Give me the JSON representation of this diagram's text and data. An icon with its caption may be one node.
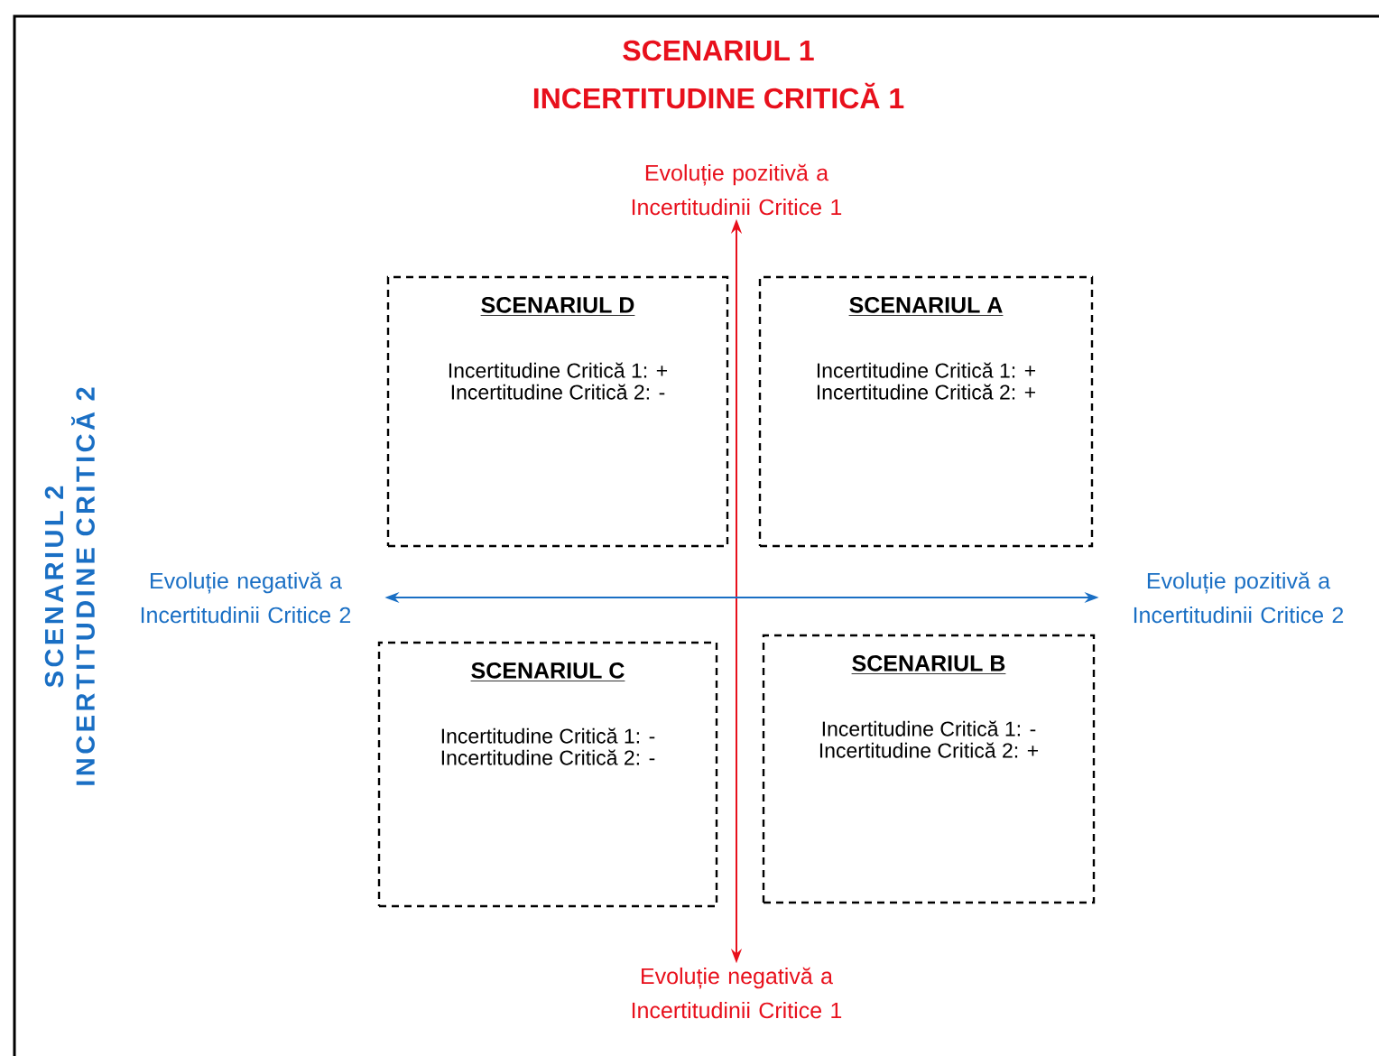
{
  "diagram": {
    "nodes": [
      {
        "text": [
          "Evoluție pozitivă a Incertitudinii Critice 1"
        ]
      },
      {
        "text": [
          "SCENARIUL D",
          "Incertitudine Critică 1: +",
          "Incertitudine Critică 2: -"
        ]
      },
      {
        "text": [
          "SCENARIUL A",
          "Incertitudine Critică 1: +",
          "Incertitudine Critică 2: +"
        ]
      },
      {
        "text": [
          "Evoluție negativă a Incertitudinii Critice 2"
        ]
      },
      {
        "text": [
          "Evoluție pozitivă a Incertitudinii Critice 2"
        ]
      },
      {
        "text": [
          "SCENARIUL C",
          "Incertitudine Critică 1: -",
          "Incertitudine Critică 2: -"
        ]
      },
      {
        "text": [
          "SCENARIUL B",
          "Incertitudine Critică 1: -",
          "Incertitudine Critică 2: +"
        ]
      },
      {
        "text": [
          "Evoluție negativă a Incertitudinii Critice 1"
        ]
      }
    ],
    "edges": [
      {
        "from": 7,
        "to": 0,
        "arrow": "both",
        "color": "#e8101c"
      },
      {
        "from": 3,
        "to": 4,
        "arrow": "both",
        "color": "#1a6fc4"
      }
    ],
    "labels": [
      "SCENARIUL 1",
      "INCERTITUDINE CRITICĂ 1",
      "SCENARIUL 2",
      "INCERTITUDINE CRITICĂ 2"
    ]
  }
}
